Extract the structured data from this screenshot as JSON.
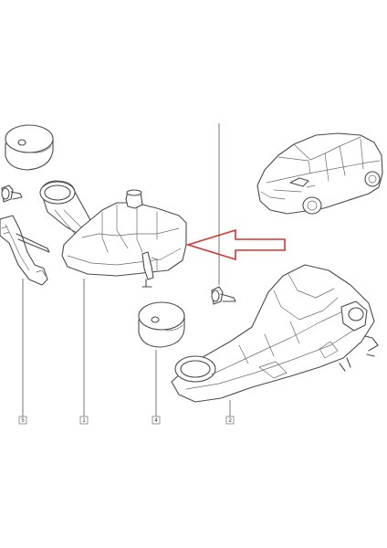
{
  "diagram": {
    "callouts": [
      {
        "id": "part-5",
        "label": "5"
      },
      {
        "id": "part-1",
        "label": "1"
      },
      {
        "id": "part-4",
        "label": "4"
      },
      {
        "id": "part-2",
        "label": "2"
      }
    ],
    "highlight_arrow": {
      "color": "#d9342b",
      "points_to": "part-1"
    },
    "line_color": "#4a4a4a"
  }
}
